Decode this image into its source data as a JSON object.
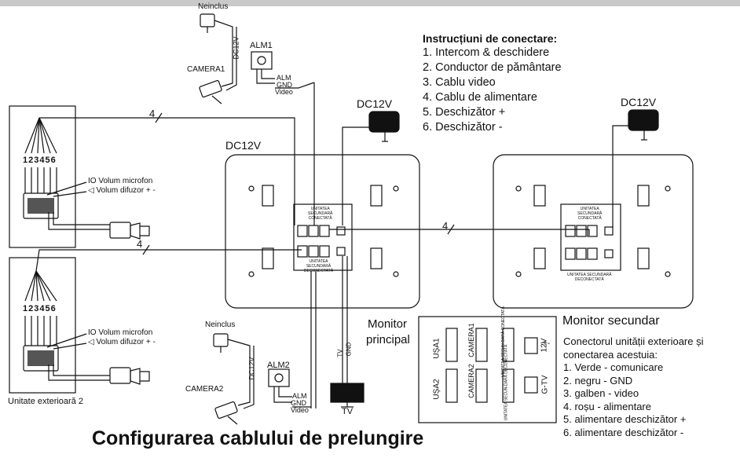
{
  "page_title": "Configurarea cablului de prelungire",
  "instructions": {
    "title": "Instrucțiuni de conectare:",
    "items": [
      "1. Intercom & deschidere",
      "2. Conductor de pământare",
      "3. Cablu video",
      "4. Cablu de alimentare",
      "5. Deschizător +",
      "6. Deschizător -"
    ]
  },
  "power_labels": {
    "main": "DC12V",
    "adapter_center": "DC12V",
    "adapter_right": "DC12V"
  },
  "cameras": {
    "cam1": {
      "adapter": "Neinclus",
      "name": "CAMERA1",
      "alarm": "ALM1",
      "cable": "DC12V",
      "wires": [
        "ALM",
        "GND",
        "Video"
      ]
    },
    "cam2": {
      "adapter": "Neinclus",
      "name": "CAMERA2",
      "alarm": "ALM2",
      "cable": "DC12V",
      "wires": [
        "ALM",
        "GND",
        "Video"
      ]
    }
  },
  "outdoor": {
    "pins": "123456",
    "mic": "Volum microfon",
    "speaker": "Volum difuzor + -",
    "unit2_label": "Unitate exterioară 2"
  },
  "wire_count": "4",
  "monitor_main": {
    "label_line1": "Monitor",
    "label_line2": "principal",
    "connected": [
      "UNITATEA",
      "SECUNDARĂ",
      "CONECTATĂ"
    ],
    "disconnected": [
      "UNITATEA",
      "SECUNDARĂ",
      "DECONECTATĂ"
    ]
  },
  "monitor_secondary": {
    "title": "Monitor secundar",
    "connected": [
      "UNITATEA",
      "SECUNDARĂ",
      "CONECTATĂ"
    ],
    "disconnected": [
      "UNITATEA SECUNDARĂ",
      "DECONECTATĂ"
    ]
  },
  "tv": {
    "label": "TV",
    "wire_tv": "TV",
    "wire_gnd": "GND"
  },
  "connector_panel": {
    "door1": "UȘA1",
    "camera1": "CAMERA1",
    "slave_connected": "UNITATEA SECUN-DARĂ CONECTATĂ",
    "door2": "UȘA2",
    "camera2": "CAMERA2",
    "slave_disconnected": "UNITATEA SECUN-DARĂ DECONECTATĂ",
    "power": "12V",
    "power_pins": "+-",
    "tv": "G-TV"
  },
  "connector_info": {
    "line1": "Conectorul unității exterioare și",
    "line2": "conectarea acestuia:",
    "items": [
      "1. Verde - comunicare",
      "2. negru - GND",
      "3. galben - video",
      "4. roșu - alimentare",
      "5. alimentare deschizător +",
      "6. alimentare deschizător -"
    ]
  }
}
